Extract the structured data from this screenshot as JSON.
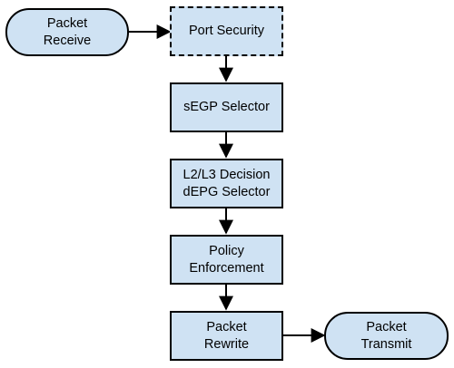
{
  "diagram": {
    "nodes": {
      "packet_receive": {
        "lines": [
          "Packet",
          "Receive"
        ]
      },
      "port_security": {
        "lines": [
          "Port Security"
        ]
      },
      "segp_selector": {
        "lines": [
          "sEGP Selector"
        ]
      },
      "l2l3_decision": {
        "lines": [
          "L2/L3 Decision",
          "dEPG Selector"
        ]
      },
      "policy_enforcement": {
        "lines": [
          "Policy",
          "Enforcement"
        ]
      },
      "packet_rewrite": {
        "lines": [
          "Packet",
          "Rewrite"
        ]
      },
      "packet_transmit": {
        "lines": [
          "Packet",
          "Transmit"
        ]
      }
    },
    "colors": {
      "node_fill": "#cfe2f3",
      "stroke": "#000000"
    }
  }
}
